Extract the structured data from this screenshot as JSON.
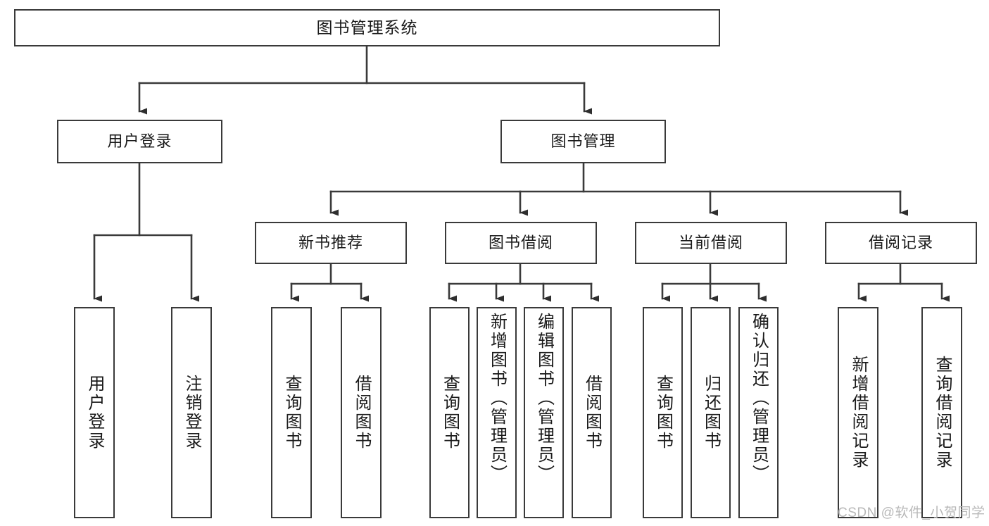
{
  "diagram": {
    "title": "图书管理系统",
    "type": "tree-hierarchy",
    "stroke_color": "#3a3a3a",
    "background_color": "#ffffff",
    "text_color": "#1a1a1a"
  },
  "nodes": {
    "root": {
      "label": "图书管理系统"
    },
    "level2": [
      {
        "id": "user-login",
        "label": "用户登录"
      },
      {
        "id": "book-manage",
        "label": "图书管理"
      }
    ],
    "level3": [
      {
        "id": "new-book-recommend",
        "label": "新书推荐"
      },
      {
        "id": "book-borrow",
        "label": "图书借阅"
      },
      {
        "id": "current-borrow",
        "label": "当前借阅"
      },
      {
        "id": "borrow-record",
        "label": "借阅记录"
      }
    ],
    "leaves": {
      "user_login": [
        {
          "id": "leaf-user-login",
          "label": "用户登录"
        },
        {
          "id": "leaf-logout-login",
          "label": "注销登录"
        }
      ],
      "new_book_recommend": [
        {
          "id": "leaf-query-book-1",
          "label": "查询图书"
        },
        {
          "id": "leaf-borrow-book-1",
          "label": "借阅图书"
        }
      ],
      "book_borrow": [
        {
          "id": "leaf-query-book-2",
          "label": "查询图书"
        },
        {
          "id": "leaf-add-book-admin",
          "label": "新增图书（管理员）"
        },
        {
          "id": "leaf-edit-book-admin",
          "label": "编辑图书（管理员）"
        },
        {
          "id": "leaf-borrow-book-2",
          "label": "借阅图书"
        }
      ],
      "current_borrow": [
        {
          "id": "leaf-query-book-3",
          "label": "查询图书"
        },
        {
          "id": "leaf-return-book",
          "label": "归还图书"
        },
        {
          "id": "leaf-confirm-return-admin",
          "label": "确认归还（管理员）"
        }
      ],
      "borrow_record": [
        {
          "id": "leaf-add-borrow-record",
          "label": "新增借阅记录"
        },
        {
          "id": "leaf-query-borrow-record",
          "label": "查询借阅记录"
        }
      ]
    }
  },
  "watermark": {
    "text": "CSDN @软件_小贺同学"
  }
}
